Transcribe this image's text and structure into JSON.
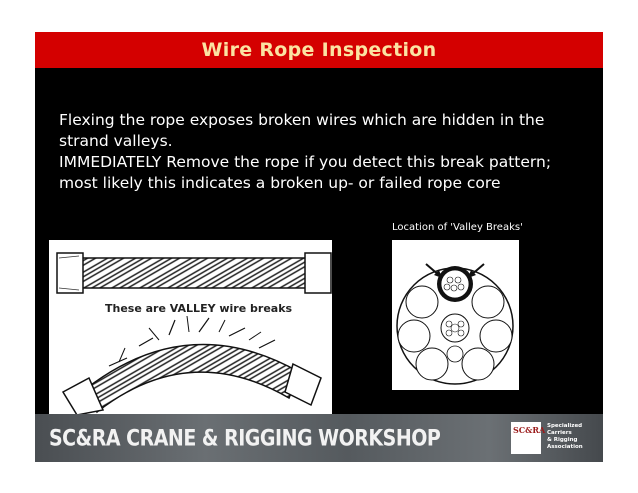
{
  "slide": {
    "title": "Wire Rope Inspection",
    "body_lines": [
      "Flexing the rope exposes broken wires which are hidden in the",
      "strand valleys.",
      "IMMEDIATELY Remove the rope if you detect this break pattern;",
      "most likely this indicates a broken up- or failed rope core"
    ],
    "caption_valley": "Location of 'Valley Breaks'",
    "figure_label": "These are VALLEY wire breaks"
  },
  "footer": {
    "workshop": "SC&RA CRANE & RIGGING WORKSHOP",
    "logo_mark": "SC&RA",
    "logo_lines": [
      "Specialized",
      "Carriers",
      "& Rigging",
      "Association"
    ]
  },
  "colors": {
    "title_bar": "#d40000",
    "title_text": "#fbe3a2",
    "slide_bg": "#000000"
  }
}
